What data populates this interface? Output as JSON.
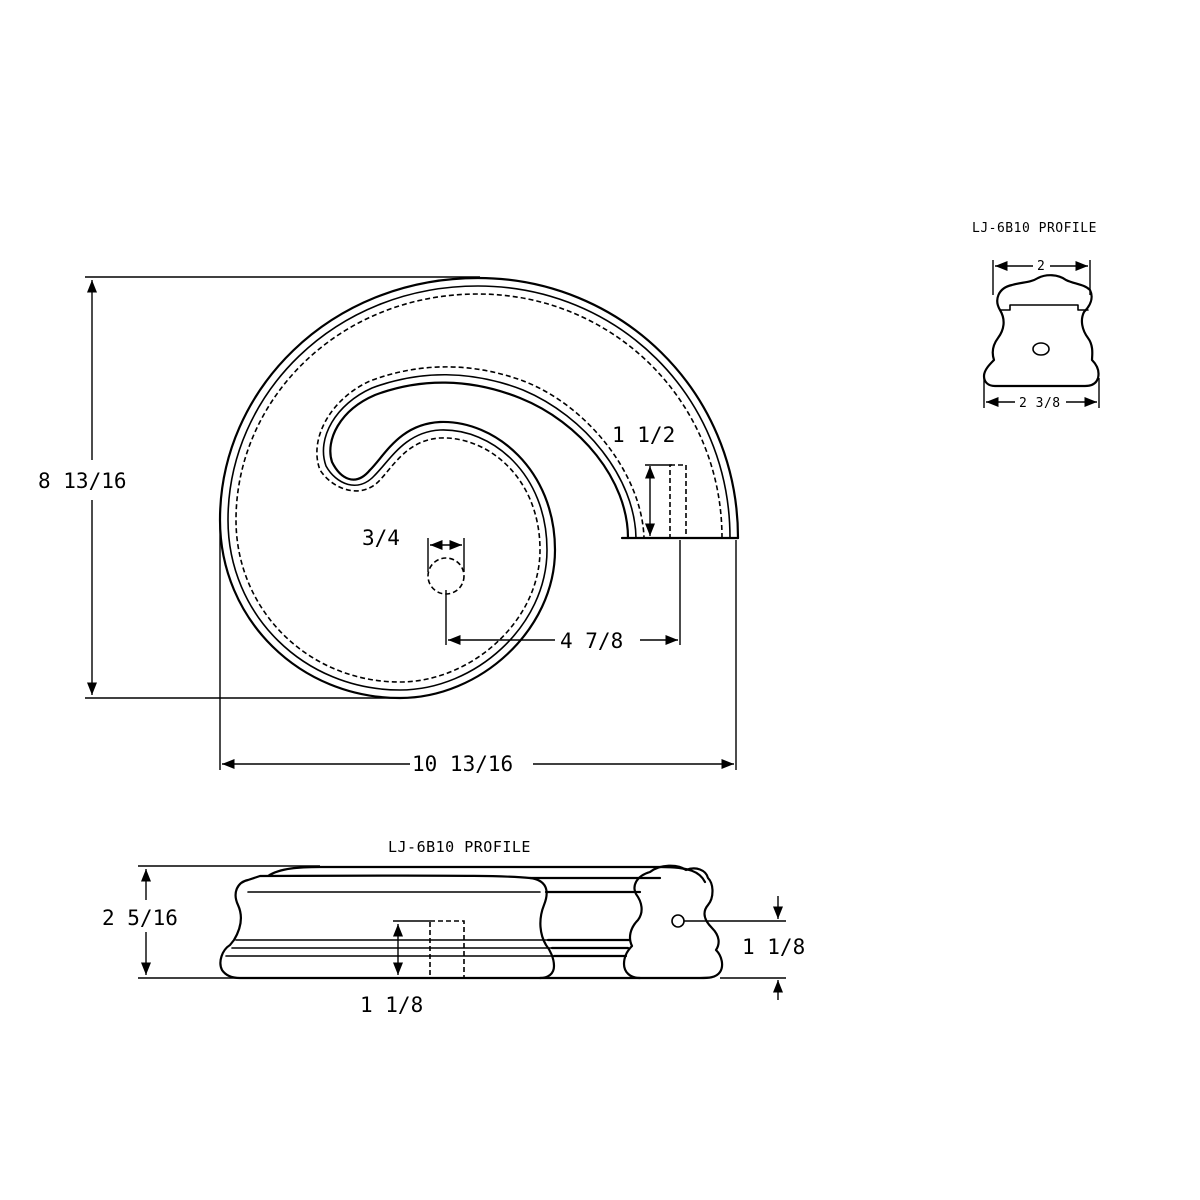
{
  "plan_view": {
    "overall_height": "8 13/16",
    "overall_width": "10 13/16",
    "center_to_end": "4 7/8",
    "hole_diameter": "3/4",
    "mortise_length": "1 1/2"
  },
  "top_profile": {
    "title": "LJ-6B10 PROFILE",
    "top_width": "2",
    "bottom_width": "2 3/8"
  },
  "side_view": {
    "title": "LJ-6B10 PROFILE",
    "overall_height": "2 5/16",
    "mortise_depth": "1 1/8",
    "hole_height": "1 1/8"
  }
}
